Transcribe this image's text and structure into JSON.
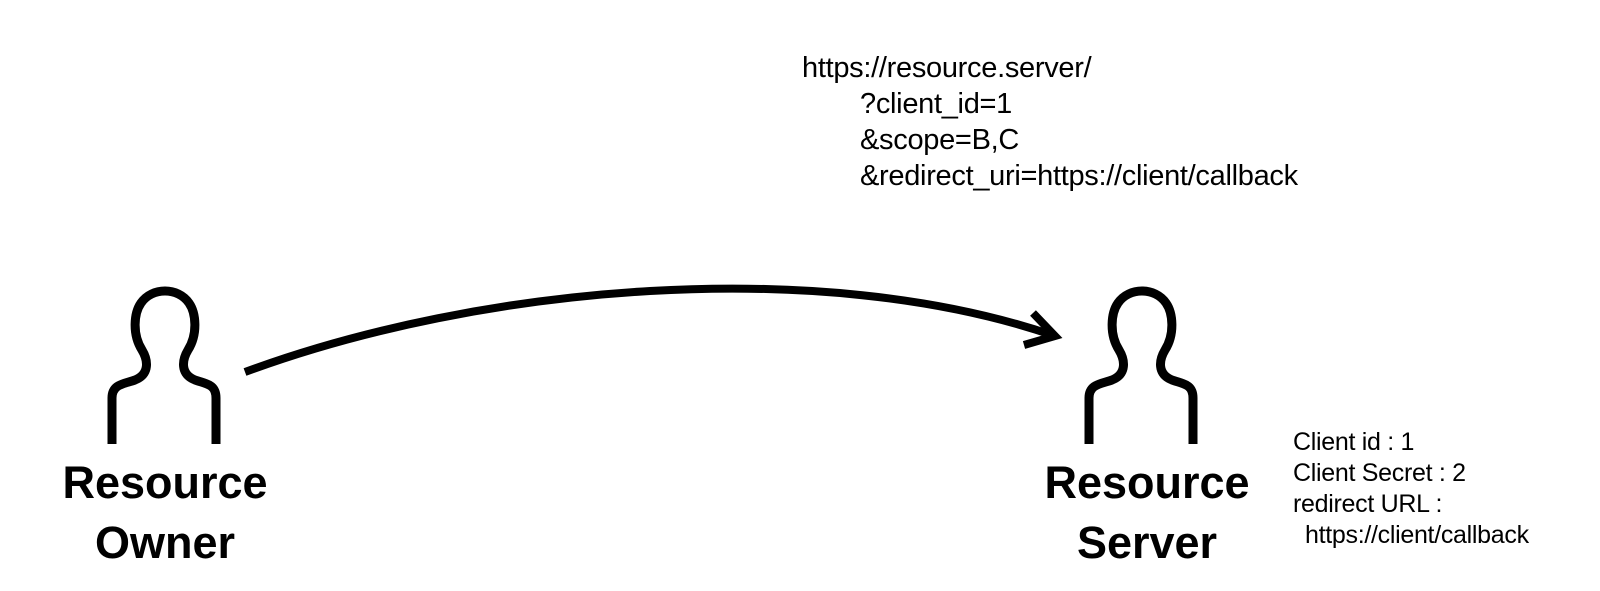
{
  "request": {
    "base_url": "https://resource.server/",
    "params": [
      "?client_id=1",
      "&scope=B,C",
      "&redirect_uri=https://client/callback"
    ]
  },
  "actors": {
    "owner": {
      "icon": "person-icon",
      "label_line1": "Resource",
      "label_line2": "Owner"
    },
    "server": {
      "icon": "person-icon",
      "label_line1": "Resource",
      "label_line2": "Server"
    }
  },
  "client_registration": {
    "client_id": "Client id : 1",
    "client_secret": "Client Secret : 2",
    "redirect_label": "redirect URL :",
    "redirect_value": "https://client/callback"
  },
  "colors": {
    "ink": "#000000",
    "background": "#ffffff"
  }
}
